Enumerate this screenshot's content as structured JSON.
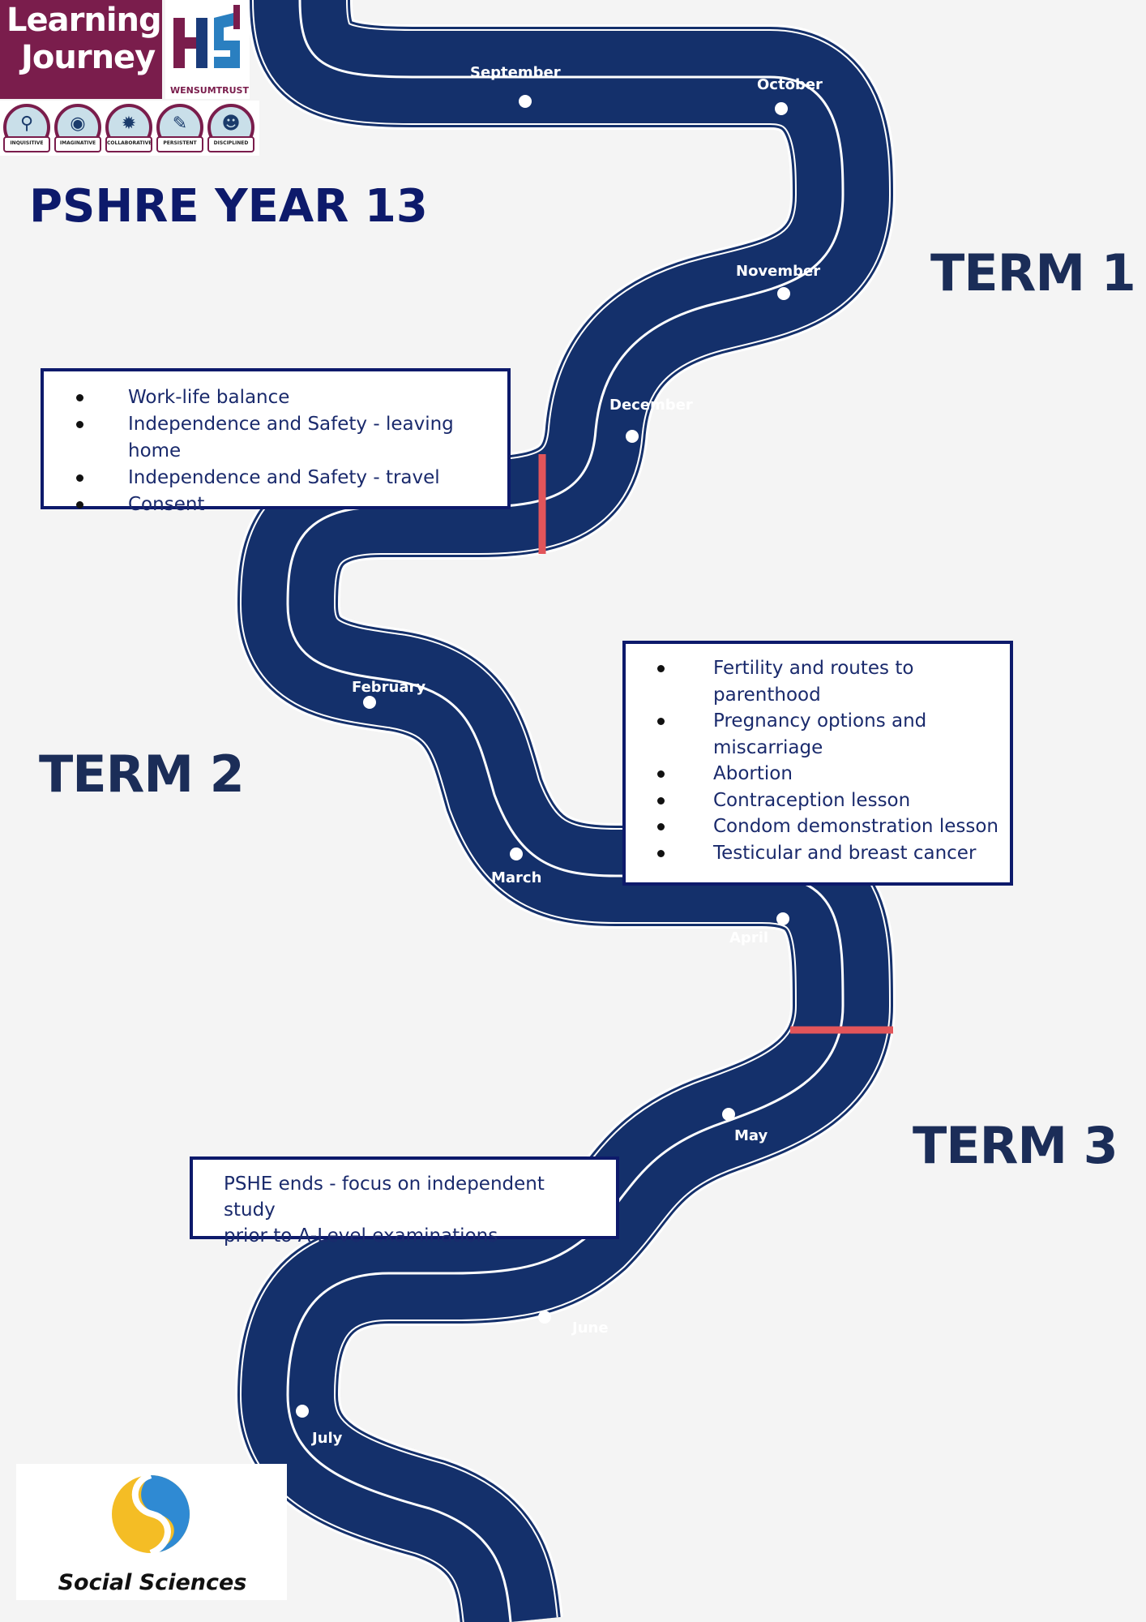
{
  "header": {
    "learning_journey_line1": "Learning",
    "learning_journey_line2": "Journey",
    "trust_name": "WENSUMTRUST",
    "values": [
      {
        "label": "INQUISITIVE",
        "icon": "magnifier-icon"
      },
      {
        "label": "IMAGINATIVE",
        "icon": "lightbulb-head-icon"
      },
      {
        "label": "COLLABORATIVE",
        "icon": "group-icon"
      },
      {
        "label": "PERSISTENT",
        "icon": "document-icon"
      },
      {
        "label": "DISCIPLINED",
        "icon": "head-icon"
      }
    ]
  },
  "title": "PSHRE YEAR 13",
  "terms": {
    "term1": "TERM 1",
    "term2": "TERM 2",
    "term3": "TERM 3"
  },
  "months": [
    "September",
    "October",
    "November",
    "December",
    "February",
    "March",
    "April",
    "May",
    "June",
    "July"
  ],
  "boxes": {
    "term1_topics": [
      "Work-life balance",
      "Independence and Safety - leaving home",
      "Independence and Safety - travel",
      "Consent"
    ],
    "term2_topics": [
      "Fertility and routes to parenthood",
      "Pregnancy options and miscarriage",
      "Abortion",
      "Contraception lesson",
      "Condom demonstration lesson",
      "Testicular and breast cancer"
    ],
    "term3_line1": "PSHE ends - focus on independent study",
    "term3_line2": "prior to A-Level examinations"
  },
  "footer": {
    "department": "Social Sciences"
  },
  "colors": {
    "road": "#14306b",
    "road_line": "#ffffff",
    "term_divider": "#e2555a",
    "title": "#0d1a6b",
    "term_heading": "#1b2d58",
    "logo_maroon": "#7a1d4c"
  }
}
